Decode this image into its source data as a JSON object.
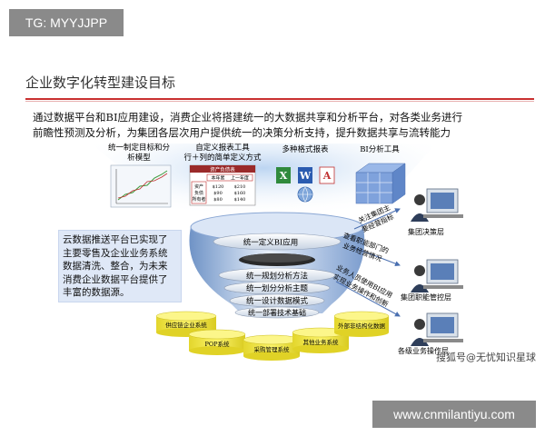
{
  "top_tag": "TG: MYYJJPP",
  "page_title": "企业数字化转型建设目标",
  "intro_lines": [
    "通过数据平台和BI应用建设，消费企业将搭建统一的大数据共享和分析平台，对各类业务进行",
    "前瞻性预测及分析，为集团各层次用户提供统一的决策分析支持，提升数据共享与流转能力"
  ],
  "top_labels": {
    "kpi": [
      "统一制定目标和分",
      "析模型"
    ],
    "report": [
      "自定义报表工具",
      "行＋列的简单定义方式"
    ],
    "formats": [
      "多种格式报表"
    ],
    "bi": [
      "BI分析工具"
    ]
  },
  "mini_table": {
    "header": "资产负债表",
    "col_labels": [
      "本年累",
      "上一年度"
    ],
    "row_labels": [
      "资产",
      "负债",
      "所有者"
    ],
    "cells": [
      "$120",
      "$210",
      "$90",
      "$160",
      "$80",
      "$140"
    ]
  },
  "format_icons": [
    "X",
    "W",
    "A"
  ],
  "funnel_layers": [
    "统一定义BI应用",
    "统一规划分析方法",
    "统一划分分析主题",
    "统一设计数据模式",
    "统一部署技术基础"
  ],
  "note_lines": [
    "云数据推送平台已实现了",
    "主要零售及企业业务系统",
    "数据清洗、整合，为未来",
    "消费企业数据平台提供了",
    "丰富的数据源。"
  ],
  "sources": [
    "供应链企业系统",
    "POP系统",
    "采购管理系统",
    "其他业务系统",
    "外部非结构化数据"
  ],
  "arrow_labels": [
    [
      "关注集团主",
      "要经营指标"
    ],
    [
      "查看职能部门的",
      "业务经营情况"
    ],
    [
      "业务人员使用BI应用",
      "实现业务操作和创新"
    ]
  ],
  "users": [
    "集团决策层",
    "集团职能管控层",
    "各级业务操作层"
  ],
  "watermark_text": "搜狐号@无忧知识星球",
  "website": "www.cnmilantiyu.com",
  "colors": {
    "title_rule": "#c93030",
    "funnel_blue": "#4d7cc2",
    "source_yellow": "#f5ea3a",
    "note_bg": "#dfe8f7"
  }
}
